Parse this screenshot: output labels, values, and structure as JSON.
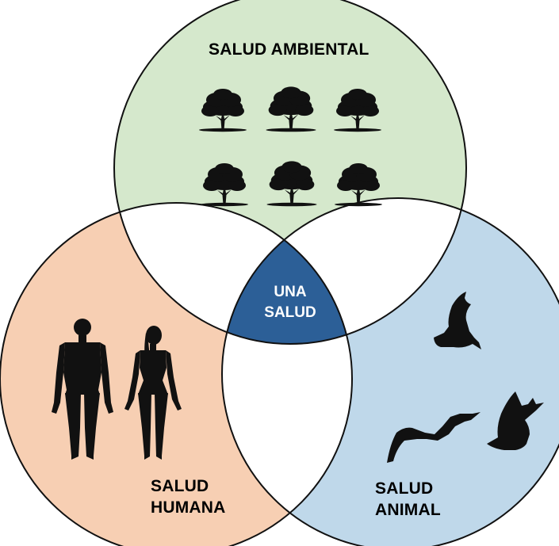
{
  "labels": {
    "environmental": "SALUD AMBIENTAL",
    "human_line1": "SALUD",
    "human_line2": "HUMANA",
    "animal_line1": "SALUD",
    "animal_line2": "ANIMAL",
    "center_line1": "UNA",
    "center_line2": "SALUD"
  },
  "colors": {
    "environmental_fill": "#d5e8cc",
    "human_fill": "#f7cfb3",
    "animal_fill": "#bfd8ea",
    "pairwise_overlap_fill": "#ffffff",
    "center_fill": "#2c5f97",
    "outline": "#111111",
    "silhouette": "#111111"
  },
  "icons": {
    "environmental": "tree-icon",
    "human": "human-figure-icon",
    "animal": "bat-icon"
  }
}
